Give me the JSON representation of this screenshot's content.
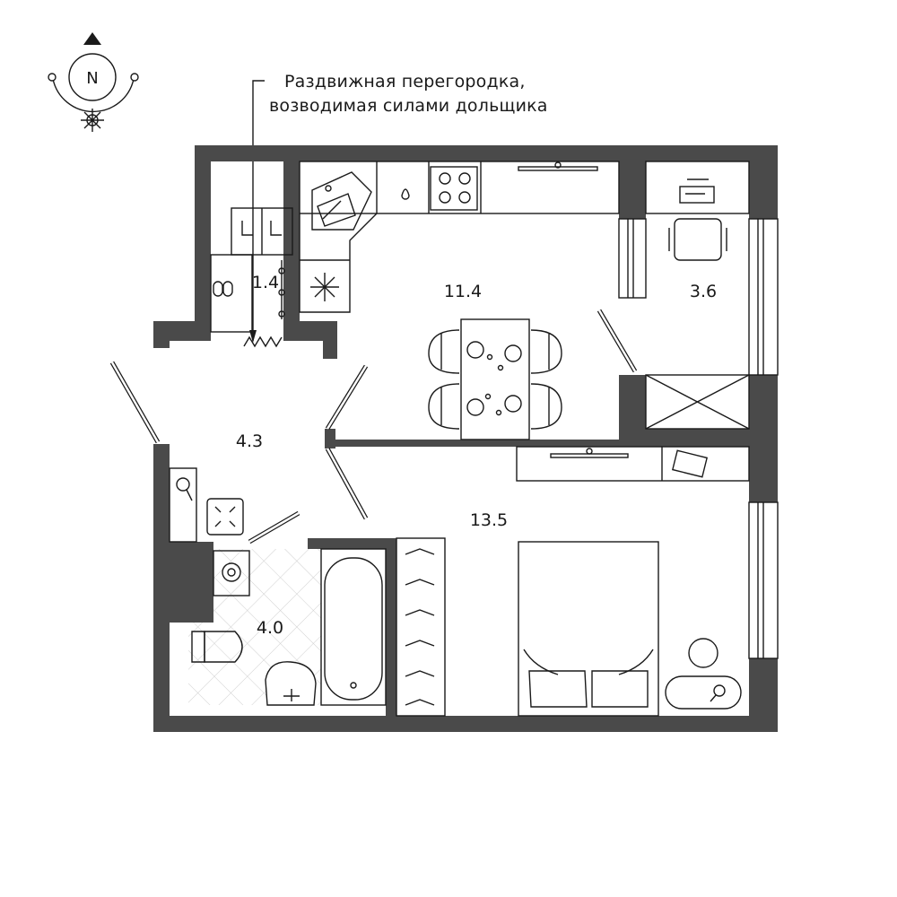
{
  "compass": {
    "letter": "N"
  },
  "annotation": {
    "line1": "Раздвижная перегородка,",
    "line2": "возводимая силами дольщика"
  },
  "rooms": [
    {
      "id": "storage",
      "area": "1.4"
    },
    {
      "id": "kitchen",
      "area": "11.4"
    },
    {
      "id": "balcony",
      "area": "3.6"
    },
    {
      "id": "hall",
      "area": "4.3"
    },
    {
      "id": "bedroom",
      "area": "13.5"
    },
    {
      "id": "bathroom",
      "area": "4.0"
    }
  ],
  "colors": {
    "wall": "#4a4a4a",
    "line": "#1a1a1a",
    "tile": "#cfcfcf"
  }
}
